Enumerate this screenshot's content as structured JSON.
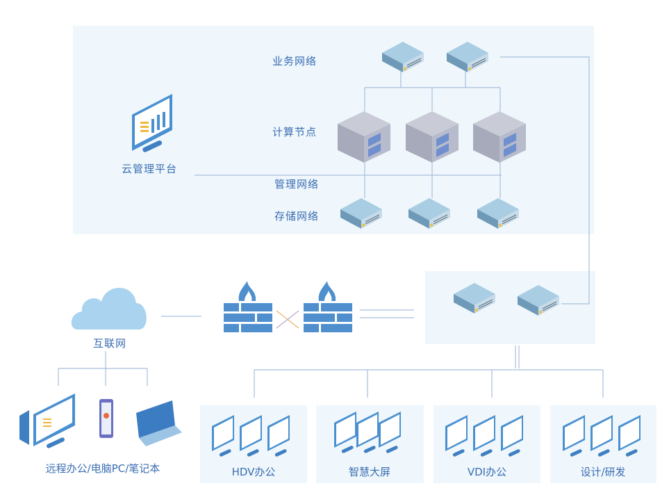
{
  "labels": {
    "business_network": "业务网络",
    "compute_nodes": "计算节点",
    "cloud_platform": "云管理平台",
    "management_network": "管理网络",
    "storage_network": "存储网络",
    "internet": "互联网",
    "remote": "远程办公/电脑PC/笔记本"
  },
  "terminals": [
    {
      "label": "HDV办公"
    },
    {
      "label": "智慧大屏"
    },
    {
      "label": "VDI办公"
    },
    {
      "label": "设计/研发"
    }
  ],
  "colors": {
    "text": "#3b6db2",
    "panel": "#eff7fc",
    "line": "#a8bfdc",
    "firewall": "#4f8fce",
    "cloud": "#a9d3ee"
  }
}
